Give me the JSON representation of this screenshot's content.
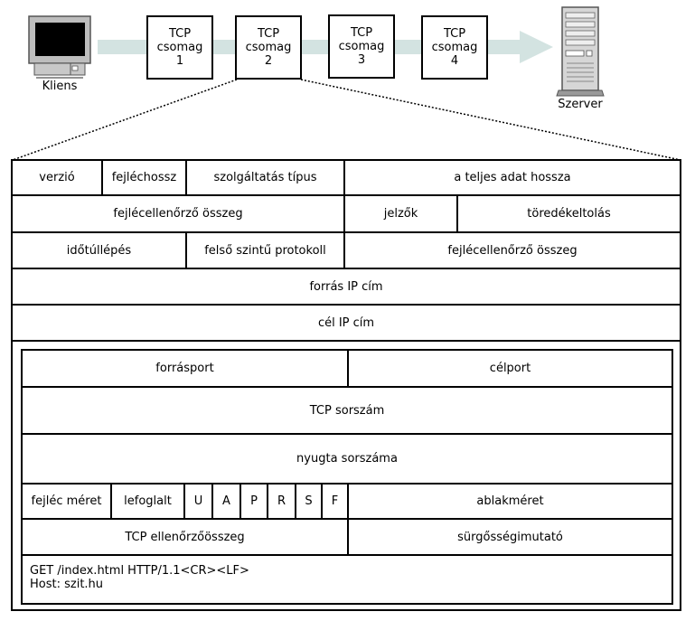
{
  "top": {
    "client_label": "Kliens",
    "server_label": "Szerver",
    "packets": [
      {
        "l1": "TCP",
        "l2": "csomag",
        "l3": "1"
      },
      {
        "l1": "TCP",
        "l2": "csomag",
        "l3": "2"
      },
      {
        "l1": "TCP",
        "l2": "csomag",
        "l3": "3"
      },
      {
        "l1": "TCP",
        "l2": "csomag",
        "l3": "4"
      }
    ]
  },
  "ip_header": {
    "version": "verzió",
    "header_length": "fejléchossz",
    "service_type": "szolgáltatás típus",
    "total_length": "a teljes adat hossza",
    "header_checksum_1": "fejlécellenőrző összeg",
    "flags": "jelzők",
    "fragment_offset": "töredékeltolás",
    "ttl": "időtúllépés",
    "protocol": "felső szintű protokoll",
    "header_checksum_2": "fejlécellenőrző összeg",
    "source_ip": "forrás IP cím",
    "dest_ip": "cél IP cím"
  },
  "tcp_header": {
    "source_port": "forrásport",
    "dest_port": "célport",
    "seq": "TCP sorszám",
    "ack": "nyugta sorszáma",
    "header_size": "fejléc méret",
    "reserved": "lefoglalt",
    "flags": [
      "U",
      "A",
      "P",
      "R",
      "S",
      "F"
    ],
    "window": "ablakméret",
    "checksum": "TCP ellenőrzőösszeg",
    "urgent": "sürgősségimutató"
  },
  "payload": {
    "line1": "GET /index.html HTTP/1.1<CR><LF>",
    "line2": "Host: szit.hu"
  }
}
